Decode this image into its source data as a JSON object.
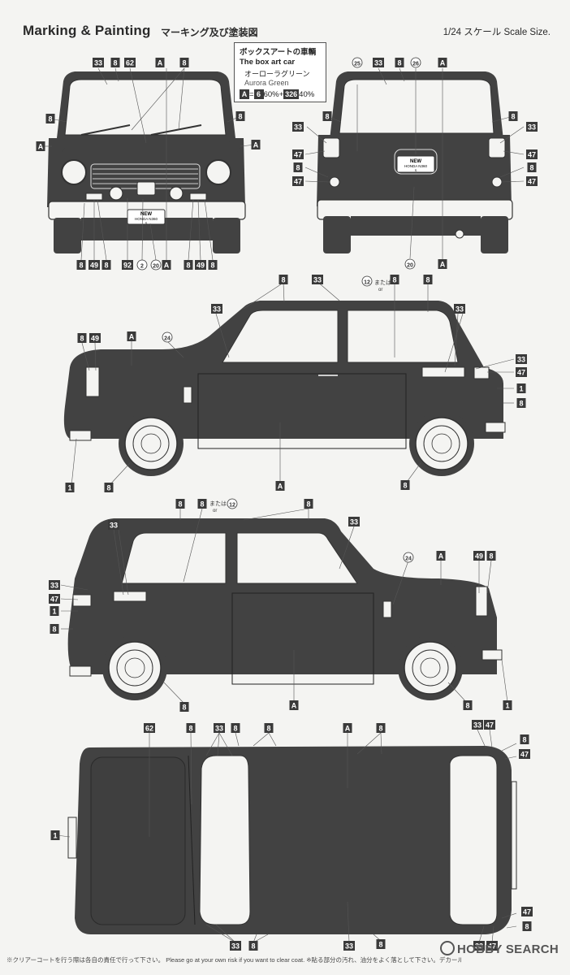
{
  "header": {
    "title_en": "Marking & Painting",
    "title_jp": "マーキング及び塗装図",
    "scale": "1/24 スケール Scale Size."
  },
  "boxart": {
    "title_jp": "ボックスアートの車輌",
    "title_en": "The box art car",
    "color_jp": "オーローラグリーン",
    "color_en": "Aurora Green",
    "mix": {
      "a": "A",
      "eq": "=",
      "p1": "6",
      "pct1": "60%+",
      "p2": "326",
      "pct2": "40%"
    }
  },
  "or_text": {
    "jp": "または",
    "en": "or"
  },
  "footer": "※クリアーコートを行う際は各自の責任で行って下さい。 Please go at your own risk if you want to clear coat. ※貼る部分の汚れ、油分をよく落として下さい。デカールが剥がれやすくなります。",
  "watermark": "HOBBY SEARCH",
  "colors": {
    "body": "#424242",
    "ink": "#2a2a2a",
    "paper": "#f4f4f2",
    "badge": "#3a3a3a"
  },
  "callouts": {
    "front": [
      {
        "k": "33",
        "t": "sq"
      },
      {
        "k": "8",
        "t": "sq"
      },
      {
        "k": "62",
        "t": "sq"
      },
      {
        "k": "A",
        "t": "sq"
      },
      {
        "k": "8",
        "t": "sq"
      },
      {
        "k": "8",
        "t": "sq"
      },
      {
        "k": "8",
        "t": "sq"
      },
      {
        "k": "A",
        "t": "sq"
      },
      {
        "k": "A",
        "t": "sq"
      },
      {
        "k": "8",
        "t": "sq"
      },
      {
        "k": "49",
        "t": "sq"
      },
      {
        "k": "8",
        "t": "sq"
      },
      {
        "k": "92",
        "t": "sq"
      },
      {
        "k": "2",
        "t": "ci"
      },
      {
        "k": "20",
        "t": "ci"
      },
      {
        "k": "A",
        "t": "sq"
      },
      {
        "k": "8",
        "t": "sq"
      },
      {
        "k": "49",
        "t": "sq"
      },
      {
        "k": "8",
        "t": "sq"
      }
    ],
    "rear": [
      {
        "k": "25",
        "t": "ci"
      },
      {
        "k": "33",
        "t": "sq"
      },
      {
        "k": "8",
        "t": "sq"
      },
      {
        "k": "26",
        "t": "ci"
      },
      {
        "k": "A",
        "t": "sq"
      },
      {
        "k": "8",
        "t": "sq"
      },
      {
        "k": "33",
        "t": "sq"
      },
      {
        "k": "47",
        "t": "sq"
      },
      {
        "k": "8",
        "t": "sq"
      },
      {
        "k": "47",
        "t": "sq"
      },
      {
        "k": "8",
        "t": "sq"
      },
      {
        "k": "33",
        "t": "sq"
      },
      {
        "k": "47",
        "t": "sq"
      },
      {
        "k": "8",
        "t": "sq"
      },
      {
        "k": "47",
        "t": "sq"
      },
      {
        "k": "20",
        "t": "ci"
      },
      {
        "k": "A",
        "t": "sq"
      }
    ],
    "side1": [
      {
        "k": "8",
        "t": "sq"
      },
      {
        "k": "33",
        "t": "sq"
      },
      {
        "k": "12",
        "t": "ci"
      },
      {
        "k": "8",
        "t": "sq"
      },
      {
        "k": "8",
        "t": "sq"
      },
      {
        "k": "33",
        "t": "sq"
      },
      {
        "k": "33",
        "t": "sq"
      },
      {
        "k": "8",
        "t": "sq"
      },
      {
        "k": "49",
        "t": "sq"
      },
      {
        "k": "A",
        "t": "sq"
      },
      {
        "k": "24",
        "t": "ci"
      },
      {
        "k": "33",
        "t": "sq"
      },
      {
        "k": "47",
        "t": "sq"
      },
      {
        "k": "1",
        "t": "sq"
      },
      {
        "k": "8",
        "t": "sq"
      },
      {
        "k": "1",
        "t": "sq"
      },
      {
        "k": "8",
        "t": "sq"
      },
      {
        "k": "A",
        "t": "sq"
      },
      {
        "k": "8",
        "t": "sq"
      }
    ],
    "side2": [
      {
        "k": "8",
        "t": "sq"
      },
      {
        "k": "8",
        "t": "sq"
      },
      {
        "k": "12",
        "t": "ci"
      },
      {
        "k": "8",
        "t": "sq"
      },
      {
        "k": "33",
        "t": "sq"
      },
      {
        "k": "33",
        "t": "sq"
      },
      {
        "k": "24",
        "t": "ci"
      },
      {
        "k": "A",
        "t": "sq"
      },
      {
        "k": "49",
        "t": "sq"
      },
      {
        "k": "8",
        "t": "sq"
      },
      {
        "k": "33",
        "t": "sq"
      },
      {
        "k": "47",
        "t": "sq"
      },
      {
        "k": "1",
        "t": "sq"
      },
      {
        "k": "8",
        "t": "sq"
      },
      {
        "k": "8",
        "t": "sq"
      },
      {
        "k": "A",
        "t": "sq"
      },
      {
        "k": "8",
        "t": "sq"
      },
      {
        "k": "1",
        "t": "sq"
      }
    ],
    "top": [
      {
        "k": "62",
        "t": "sq"
      },
      {
        "k": "8",
        "t": "sq"
      },
      {
        "k": "33",
        "t": "sq"
      },
      {
        "k": "8",
        "t": "sq"
      },
      {
        "k": "8",
        "t": "sq"
      },
      {
        "k": "A",
        "t": "sq"
      },
      {
        "k": "8",
        "t": "sq"
      },
      {
        "k": "33",
        "t": "sq"
      },
      {
        "k": "47",
        "t": "sq"
      },
      {
        "k": "8",
        "t": "sq"
      },
      {
        "k": "47",
        "t": "sq"
      },
      {
        "k": "1",
        "t": "sq"
      },
      {
        "k": "33",
        "t": "sq"
      },
      {
        "k": "8",
        "t": "sq"
      },
      {
        "k": "33",
        "t": "sq"
      },
      {
        "k": "8",
        "t": "sq"
      },
      {
        "k": "47",
        "t": "sq"
      },
      {
        "k": "8",
        "t": "sq"
      },
      {
        "k": "33",
        "t": "sq"
      },
      {
        "k": "47",
        "t": "sq"
      }
    ]
  },
  "plates": {
    "front_l1": "NEW",
    "front_l2": "HONDA N360",
    "front_l3": "S",
    "rear_l1": "NEW",
    "rear_l2": "HONDA N360",
    "rear_l3": "S"
  }
}
